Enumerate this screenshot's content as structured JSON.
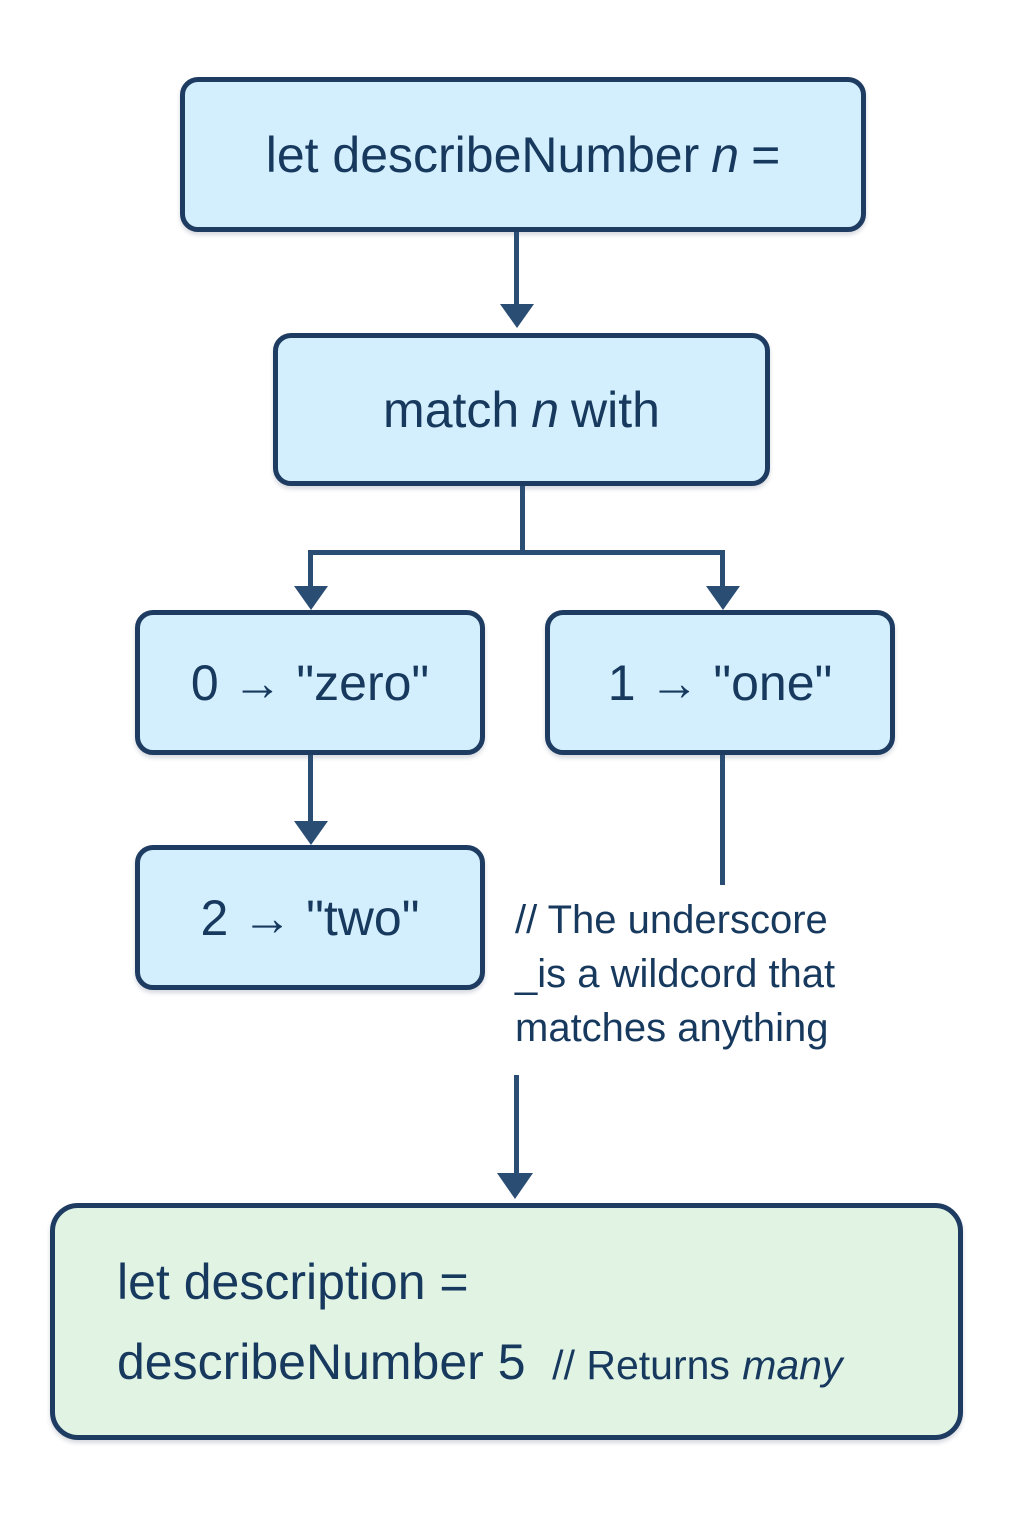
{
  "colors": {
    "background": "#ffffff",
    "box-border": "#1e3c62",
    "box-fill-blue": "#d3eefc",
    "box-fill-green": "#e1f4e4",
    "text": "#17395e",
    "line": "#2a4d74"
  },
  "boxes": {
    "declare": {
      "pre": "let describeNumber",
      "var": "n",
      "post": "="
    },
    "match": {
      "pre": "match",
      "var": "n",
      "post": "with"
    },
    "case_zero": {
      "label": "0 → \"zero\""
    },
    "case_one": {
      "label": "1 → \"one\""
    },
    "case_two": {
      "label": "2 → \"two\""
    },
    "result": {
      "line1": "let description =",
      "line2": "describeNumber 5",
      "comment": "// Returns",
      "comment_italic": "many"
    }
  },
  "wildcard_comment": {
    "line1": "// The underscore",
    "line2": "_is a wildcord that",
    "line3": "matches anything"
  }
}
